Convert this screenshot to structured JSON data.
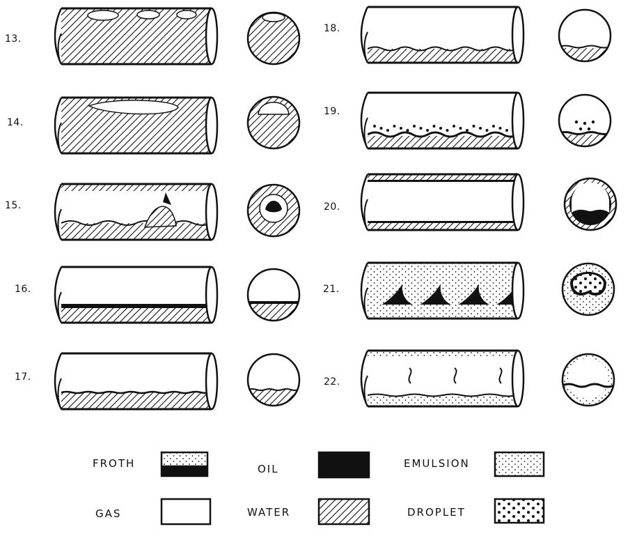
{
  "flow_patterns": [
    {
      "number": "13.",
      "pattern": "water-continuous-gas-pockets"
    },
    {
      "number": "14.",
      "pattern": "water-continuous-elongated-bubble"
    },
    {
      "number": "15.",
      "pattern": "churn-froth"
    },
    {
      "number": "16.",
      "pattern": "stratified-oil-over-water"
    },
    {
      "number": "17.",
      "pattern": "stratified-wavy-water"
    },
    {
      "number": "18.",
      "pattern": "stratified-wavy-water-froth"
    },
    {
      "number": "19.",
      "pattern": "stratified-droplets-over-water"
    },
    {
      "number": "20.",
      "pattern": "annular-oil-film"
    },
    {
      "number": "21.",
      "pattern": "annular-froth-emulsion"
    },
    {
      "number": "22.",
      "pattern": "annular-emulsion-droplets"
    }
  ],
  "legend": [
    {
      "label": "FROTH",
      "fill": "froth"
    },
    {
      "label": "OIL",
      "fill": "oil"
    },
    {
      "label": "EMULSION",
      "fill": "emulsion"
    },
    {
      "label": "GAS",
      "fill": "gas"
    },
    {
      "label": "WATER",
      "fill": "water"
    },
    {
      "label": "DROPLET",
      "fill": "droplet"
    }
  ],
  "colors": {
    "ink": "#111111",
    "background": "#ffffff"
  }
}
